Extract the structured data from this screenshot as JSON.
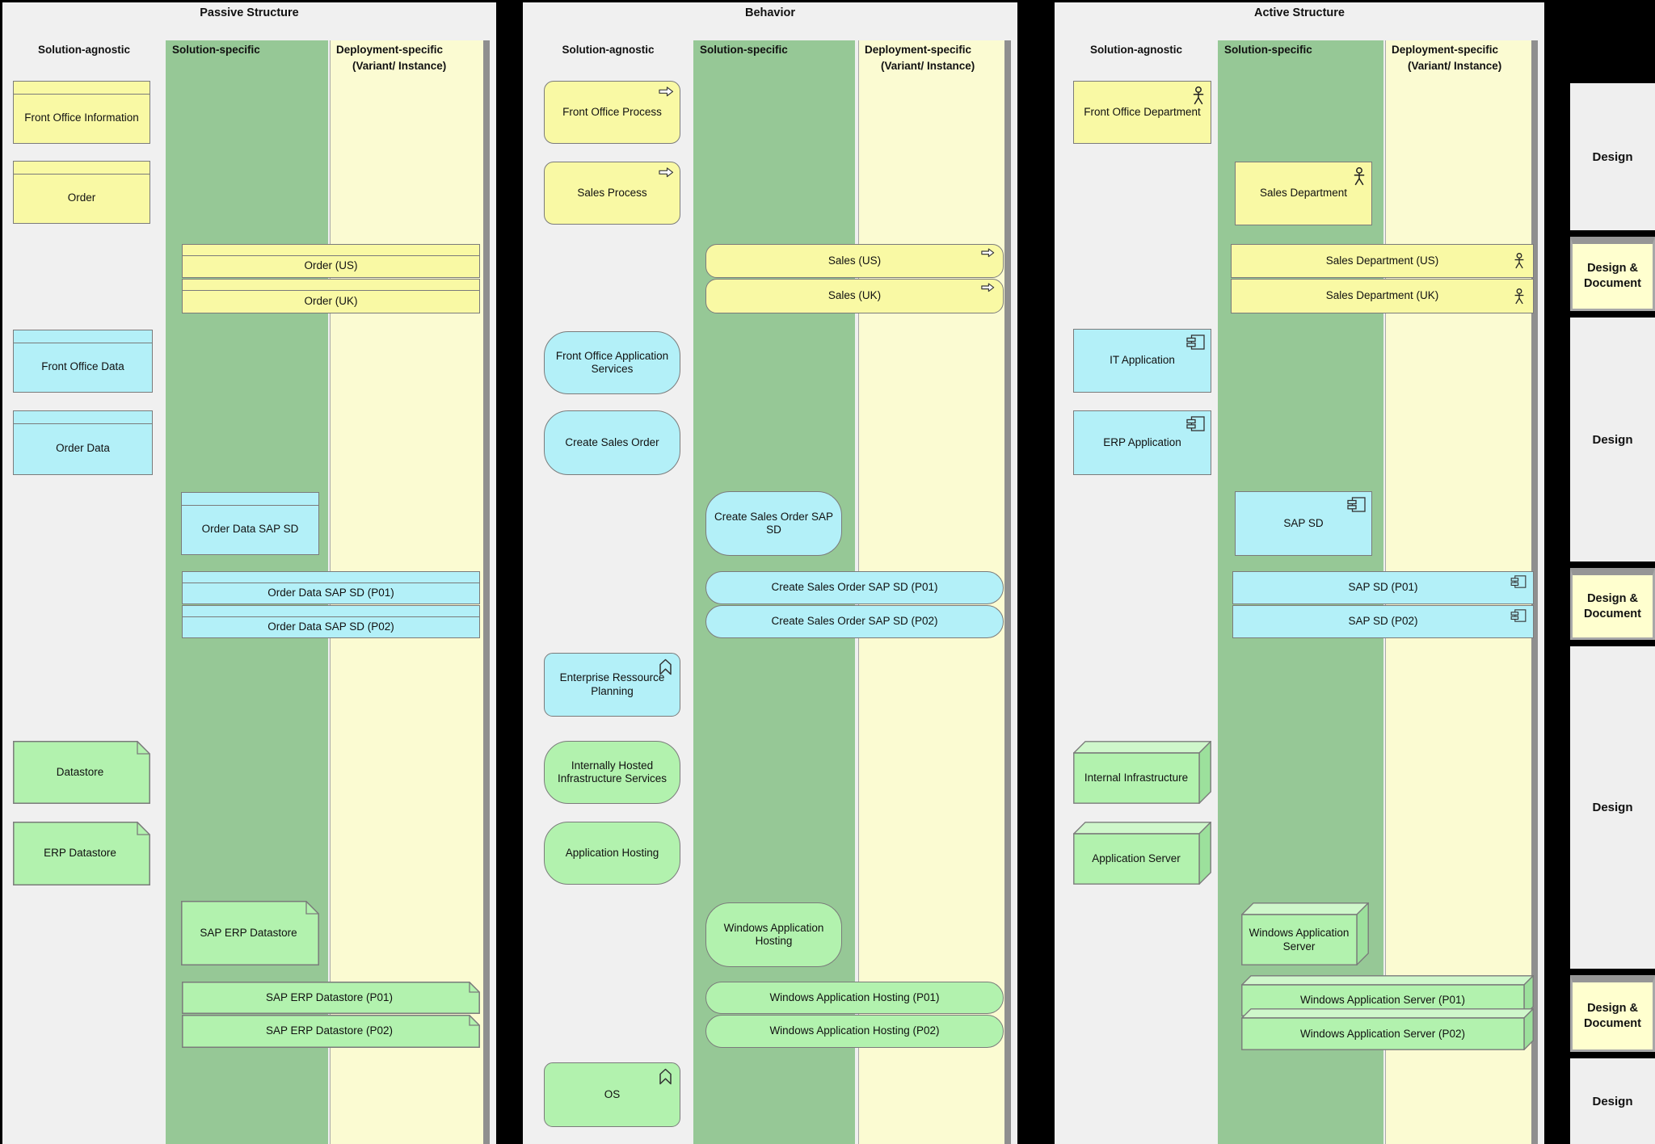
{
  "colors": {
    "background": "#000000",
    "panel_bg": "#f0f0f0",
    "column_green": "#96c896",
    "column_yellow": "#fbfbd2",
    "business_yellow": "#f9f9a4",
    "application_cyan": "#b3f0f8",
    "technology_green": "#b2f2ae",
    "node_top_green": "#cff7cb",
    "node_side_green": "#9ce09c",
    "element_border": "#7b7b7b",
    "design_cell_bg": "#efefef",
    "design_document_bg": "#ffffcf"
  },
  "panels": [
    {
      "title": "Passive Structure",
      "headers": {
        "agnostic": "Solution-agnostic",
        "specific": "Solution-specific",
        "deployment_line1": "Deployment-specific",
        "deployment_line2": "(Variant/ Instance)"
      },
      "elements": [
        {
          "label": "Front Office Information",
          "kind": "business-object"
        },
        {
          "label": "Order",
          "kind": "business-object"
        },
        {
          "label": "Order (US)",
          "kind": "business-object"
        },
        {
          "label": "Order (UK)",
          "kind": "business-object"
        },
        {
          "label": "Front Office Data",
          "kind": "data-object"
        },
        {
          "label": "Order Data",
          "kind": "data-object"
        },
        {
          "label": "Order Data SAP SD",
          "kind": "data-object"
        },
        {
          "label": "Order Data SAP SD (P01)",
          "kind": "data-object"
        },
        {
          "label": "Order Data SAP SD (P02)",
          "kind": "data-object"
        },
        {
          "label": "Datastore",
          "kind": "artifact"
        },
        {
          "label": "ERP Datastore",
          "kind": "artifact"
        },
        {
          "label": "SAP ERP Datastore",
          "kind": "artifact"
        },
        {
          "label": "SAP ERP Datastore (P01)",
          "kind": "artifact"
        },
        {
          "label": "SAP ERP Datastore (P02)",
          "kind": "artifact"
        }
      ]
    },
    {
      "title": "Behavior",
      "headers": {
        "agnostic": "Solution-agnostic",
        "specific": "Solution-specific",
        "deployment_line1": "Deployment-specific",
        "deployment_line2": "(Variant/ Instance)"
      },
      "elements": [
        {
          "label": "Front Office Process",
          "kind": "business-process"
        },
        {
          "label": "Sales Process",
          "kind": "business-process"
        },
        {
          "label": "Sales (US)",
          "kind": "business-process"
        },
        {
          "label": "Sales (UK)",
          "kind": "business-process"
        },
        {
          "label": "Front Office Application Services",
          "kind": "application-service"
        },
        {
          "label": "Create Sales Order",
          "kind": "application-service"
        },
        {
          "label": "Create Sales Order SAP SD",
          "kind": "application-service"
        },
        {
          "label": "Create Sales Order SAP SD (P01)",
          "kind": "application-service"
        },
        {
          "label": "Create Sales Order SAP SD (P02)",
          "kind": "application-service"
        },
        {
          "label": "Enterprise Ressource Planning",
          "kind": "application-system-software"
        },
        {
          "label": "Internally Hosted Infrastructure Services",
          "kind": "technology-service"
        },
        {
          "label": "Application Hosting",
          "kind": "technology-service"
        },
        {
          "label": "Windows Application Hosting",
          "kind": "technology-service"
        },
        {
          "label": "Windows Application Hosting (P01)",
          "kind": "technology-service"
        },
        {
          "label": "Windows Application Hosting (P02)",
          "kind": "technology-service"
        },
        {
          "label": "OS",
          "kind": "technology-system-software"
        }
      ]
    },
    {
      "title": "Active Structure",
      "headers": {
        "agnostic": "Solution-agnostic",
        "specific": "Solution-specific",
        "deployment_line1": "Deployment-specific",
        "deployment_line2": "(Variant/ Instance)"
      },
      "elements": [
        {
          "label": "Front Office Department",
          "kind": "business-actor"
        },
        {
          "label": "Sales Department",
          "kind": "business-actor"
        },
        {
          "label": "Sales Department (US)",
          "kind": "business-actor"
        },
        {
          "label": "Sales Department (UK)",
          "kind": "business-actor"
        },
        {
          "label": "IT Application",
          "kind": "application-component"
        },
        {
          "label": "ERP Application",
          "kind": "application-component"
        },
        {
          "label": "SAP SD",
          "kind": "application-component"
        },
        {
          "label": "SAP SD (P01)",
          "kind": "application-component"
        },
        {
          "label": "SAP SD (P02)",
          "kind": "application-component"
        },
        {
          "label": "Internal Infrastructure",
          "kind": "node"
        },
        {
          "label": "Application Server",
          "kind": "node"
        },
        {
          "label": "Windows Application Server",
          "kind": "node"
        },
        {
          "label": "Windows Application Server (P01)",
          "kind": "node"
        },
        {
          "label": "Windows Application Server (P02)",
          "kind": "node"
        }
      ]
    }
  ],
  "right_panel": {
    "cells": [
      {
        "label": "Design",
        "kind": "design"
      },
      {
        "label": "Design & Document",
        "kind": "design-document"
      },
      {
        "label": "Design",
        "kind": "design"
      },
      {
        "label": "Design & Document",
        "kind": "design-document"
      },
      {
        "label": "Design",
        "kind": "design"
      },
      {
        "label": "Design & Document",
        "kind": "design-document"
      },
      {
        "label": "Design",
        "kind": "design"
      }
    ]
  }
}
